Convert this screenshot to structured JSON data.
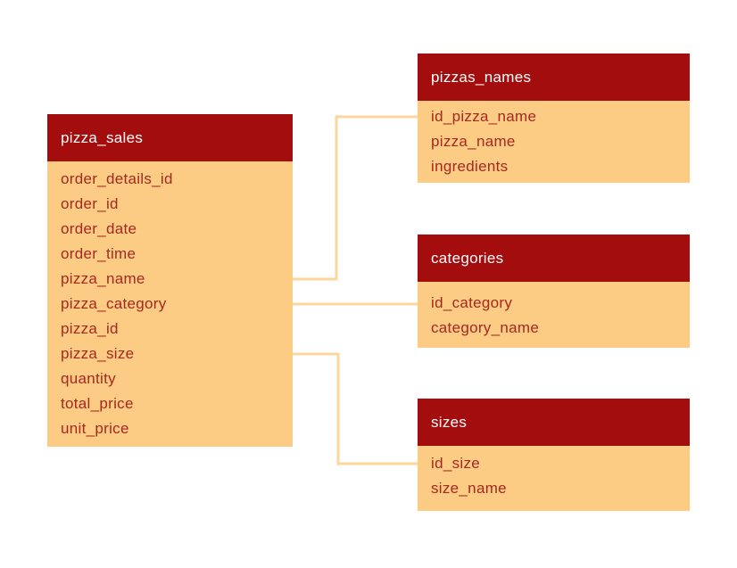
{
  "diagram": {
    "colors": {
      "header_bg": "#A30D0D",
      "header_text": "#FFFFFF",
      "body_bg": "#FCCB84",
      "field_text": "#A52921",
      "connector": "#FCD69D",
      "canvas_bg": "#FFFFFF"
    },
    "tables": [
      {
        "title": "pizza_sales",
        "fields": [
          "order_details_id",
          "order_id",
          "order_date",
          "order_time",
          "pizza_name",
          "pizza_category",
          "pizza_id",
          "pizza_size",
          "quantity",
          "total_price",
          "unit_price"
        ]
      },
      {
        "title": "pizzas_names",
        "fields": [
          "id_pizza_name",
          "pizza_name",
          "ingredients"
        ]
      },
      {
        "title": "categories",
        "fields": [
          "id_category",
          "category_name"
        ]
      },
      {
        "title": "sizes",
        "fields": [
          "id_size",
          "size_name"
        ]
      }
    ],
    "relations": [
      {
        "from": "pizza_sales.pizza_name",
        "to": "pizzas_names.id_pizza_name"
      },
      {
        "from": "pizza_sales.pizza_category",
        "to": "categories.id_category"
      },
      {
        "from": "pizza_sales.pizza_size",
        "to": "sizes.id_size"
      }
    ]
  }
}
